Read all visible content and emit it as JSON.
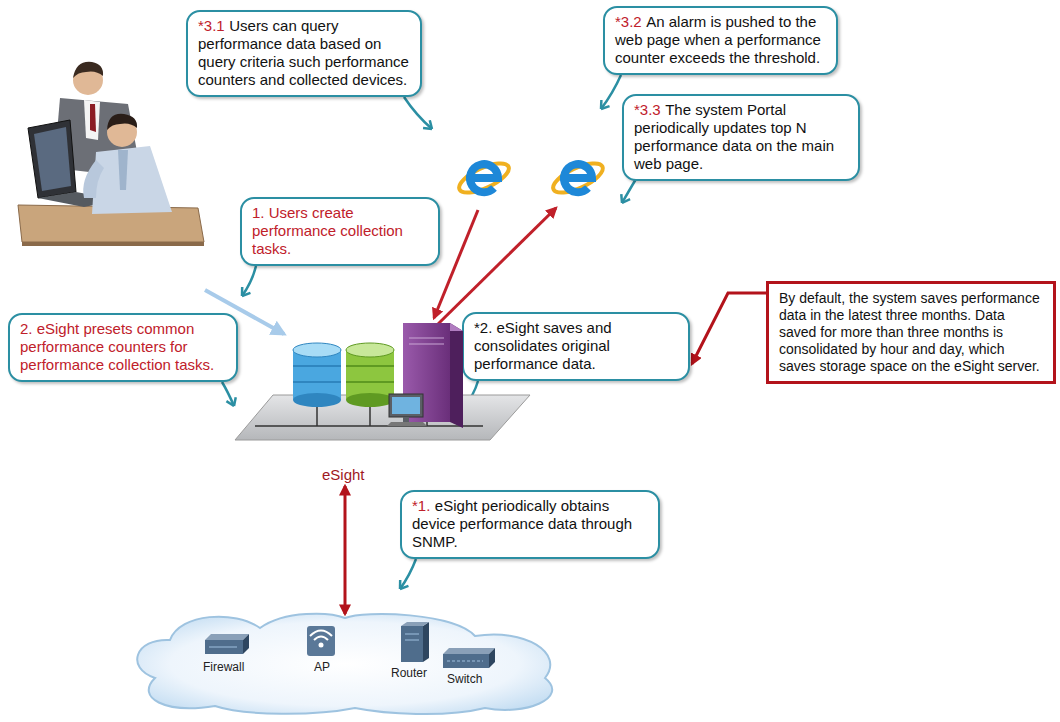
{
  "diagram": {
    "nodes": [
      {
        "text": [
          "*3.1",
          "Users can query performance data based on query criteria such performance counters and collected devices."
        ]
      },
      {
        "text": [
          "*3.2",
          "An alarm is pushed to the web page when a performance counter exceeds the threshold."
        ]
      },
      {
        "text": [
          "*3.3",
          "The system Portal periodically updates top N performance data on the main web page."
        ]
      },
      {
        "text": [
          "1. Users create performance collection tasks."
        ]
      },
      {
        "text": [
          "By default, the system saves performance data in the latest three months. Data saved for more than three months is consolidated by hour and day, which saves storage space on the eSight server."
        ]
      },
      {
        "text": [
          "2. eSight presets common performance counters for performance collection tasks."
        ]
      },
      {
        "text": [
          "*2. eSight saves and consolidates original performance data."
        ]
      },
      {
        "text": [
          "eSight"
        ]
      },
      {
        "text": [
          "*1.",
          "eSight periodically obtains device performance data through SNMP."
        ]
      },
      {
        "text": [
          "Firewall",
          "AP",
          "Router",
          "Switch"
        ]
      }
    ],
    "edges": [
      {
        "from": 4,
        "to": 6,
        "arrow": "to"
      },
      {
        "from": 7,
        "to": 9,
        "arrow": "both"
      }
    ]
  }
}
